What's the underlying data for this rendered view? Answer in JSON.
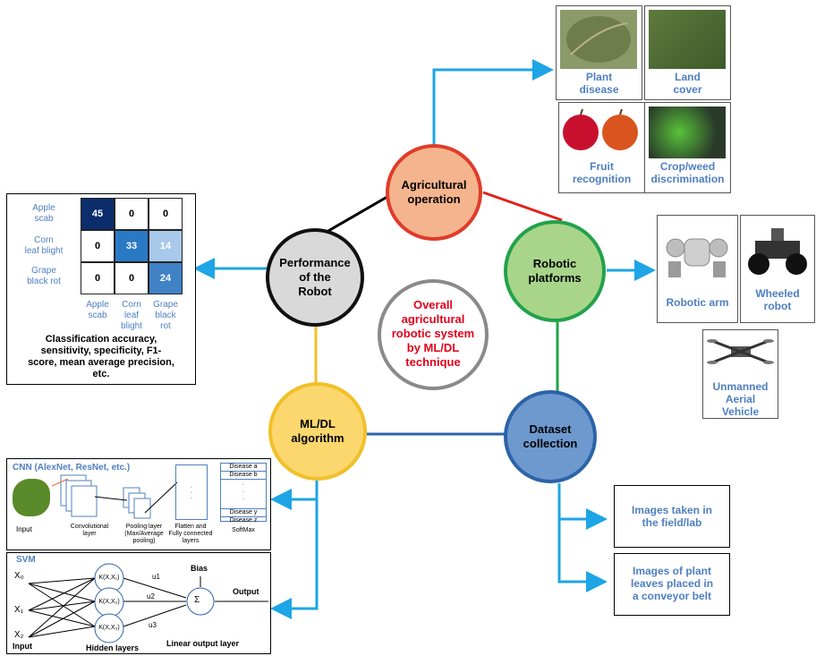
{
  "center": {
    "line1": "Overall",
    "line2": "agricultural",
    "line3": "robotic system",
    "line4": "by ML/DL",
    "line5": "technique"
  },
  "nodes": {
    "agri": {
      "line1": "Agricultural",
      "line2": "operation"
    },
    "robotic": {
      "line1": "Robotic",
      "line2": "platforms"
    },
    "dataset": {
      "line1": "Dataset",
      "line2": "collection"
    },
    "mldl": {
      "line1": "ML/DL",
      "line2": "algorithm"
    },
    "perf": {
      "line1": "Performance",
      "line2": "of the",
      "line3": "Robot"
    }
  },
  "agri_images": [
    {
      "line1": "Plant",
      "line2": "disease"
    },
    {
      "line1": "Land",
      "line2": "cover"
    },
    {
      "line1": "Fruit",
      "line2": "recognition"
    },
    {
      "line1": "Crop/weed",
      "line2": "discrimination"
    }
  ],
  "robot_images": {
    "arm": {
      "line1": "Robotic arm"
    },
    "wheeled": {
      "line1": "Wheeled",
      "line2": "robot"
    },
    "uav": {
      "line1": "Unmanned",
      "line2": "Aerial",
      "line3": "Vehicle"
    }
  },
  "dataset_boxes": [
    {
      "line1": "Images taken in",
      "line2": "the field/lab"
    },
    {
      "line1": "Images of plant",
      "line2": "leaves placed in",
      "line3": "a conveyor belt"
    }
  ],
  "confusion": {
    "row_labels": [
      [
        "Apple",
        "scab"
      ],
      [
        "Corn",
        "leaf blight"
      ],
      [
        "Grape",
        "black rot"
      ]
    ],
    "col_labels": [
      [
        "Apple",
        "scab"
      ],
      [
        "Corn",
        "leaf",
        "blight"
      ],
      [
        "Grape",
        "black",
        "rot"
      ]
    ],
    "values": [
      [
        "45",
        "0",
        "0"
      ],
      [
        "0",
        "33",
        "14"
      ],
      [
        "0",
        "0",
        "24"
      ]
    ],
    "caption_lines": [
      "Classification accuracy,",
      "sensitivity, specificity, F1-",
      "score, mean average precision,",
      "etc."
    ]
  },
  "cnn": {
    "title": "CNN (AlexNet, ResNet, etc.)",
    "input": "Input",
    "conv_line1": "Convolutional",
    "conv_line2": "layer",
    "pool_line1": "Pooling layer",
    "pool_line2": "(Max/Average",
    "pool_line3": "pooling)",
    "fc_line1": "Flatten and",
    "fc_line2": "Fully connected",
    "fc_line3": "layers",
    "softmax": "SoftMax",
    "disease_a": "Disease a",
    "disease_b": "Disease b",
    "disease_y": "Disease y",
    "disease_z": "Disease z"
  },
  "svm": {
    "title": "SVM",
    "x0": "X₀",
    "x1": "X₁",
    "x2": "X₂",
    "k0": "K(X,X₁)",
    "k1": "K(X,X₂)",
    "k2": "K(X,X₃)",
    "u1": "u1",
    "u2": "u2",
    "u3": "u3",
    "bias": "Bias",
    "sum": "Σ",
    "output": "Output",
    "input": "Input",
    "hidden": "Hidden layers",
    "linear": "Linear output layer"
  },
  "colors": {
    "arrow": "#1ea5e6",
    "agri_fill": "#f4b48e",
    "agri_stroke": "#e03b2a",
    "robotic_fill": "#a8d58a",
    "robotic_stroke": "#22a24a",
    "dataset_fill": "#6d99cf",
    "dataset_stroke": "#2c63a8",
    "mldl_fill": "#fbd76d",
    "mldl_stroke": "#f1c02a",
    "perf_fill": "#d9d9d9",
    "perf_stroke": "#111111",
    "center_stroke": "#8a8a8a",
    "center_text": "#e3001b",
    "label_blue": "#4f7fc0"
  }
}
